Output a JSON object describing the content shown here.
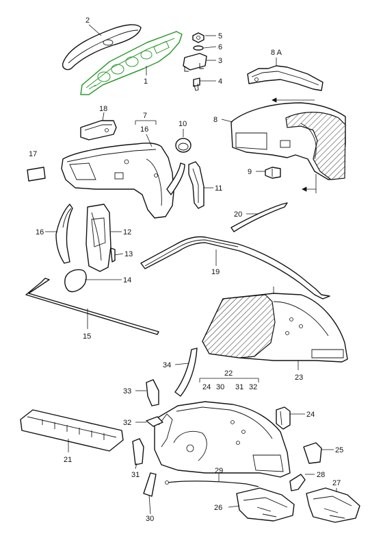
{
  "callouts": [
    {
      "id": "c1",
      "text": "1"
    },
    {
      "id": "c2",
      "text": "2"
    },
    {
      "id": "c3",
      "text": "3"
    },
    {
      "id": "c4",
      "text": "4"
    },
    {
      "id": "c5",
      "text": "5"
    },
    {
      "id": "c6",
      "text": "6"
    },
    {
      "id": "c7",
      "text": "7"
    },
    {
      "id": "c16a",
      "text": "16"
    },
    {
      "id": "c8a",
      "text": "8 A"
    },
    {
      "id": "c8",
      "text": "8"
    },
    {
      "id": "c9",
      "text": "9"
    },
    {
      "id": "c10",
      "text": "10"
    },
    {
      "id": "c11",
      "text": "11"
    },
    {
      "id": "c12",
      "text": "12"
    },
    {
      "id": "c13",
      "text": "13"
    },
    {
      "id": "c14",
      "text": "14"
    },
    {
      "id": "c15",
      "text": "15"
    },
    {
      "id": "c16b",
      "text": "16"
    },
    {
      "id": "c17",
      "text": "17"
    },
    {
      "id": "c18",
      "text": "18"
    },
    {
      "id": "c19",
      "text": "19"
    },
    {
      "id": "c20",
      "text": "20"
    },
    {
      "id": "c21",
      "text": "21"
    },
    {
      "id": "c22",
      "text": "22"
    },
    {
      "id": "c22a",
      "text": "24"
    },
    {
      "id": "c22b",
      "text": "30"
    },
    {
      "id": "c22c",
      "text": "31"
    },
    {
      "id": "c22d",
      "text": "32"
    },
    {
      "id": "c23",
      "text": "23"
    },
    {
      "id": "c24",
      "text": "24"
    },
    {
      "id": "c25",
      "text": "25"
    },
    {
      "id": "c26",
      "text": "26"
    },
    {
      "id": "c27",
      "text": "27"
    },
    {
      "id": "c28",
      "text": "28"
    },
    {
      "id": "c29",
      "text": "29"
    },
    {
      "id": "c30",
      "text": "30"
    },
    {
      "id": "c31",
      "text": "31"
    },
    {
      "id": "c32",
      "text": "32"
    },
    {
      "id": "c33",
      "text": "33"
    },
    {
      "id": "c34",
      "text": "34"
    }
  ],
  "colors": {
    "line": "#111111",
    "highlight": "#2e9a2e",
    "background": "#ffffff"
  }
}
